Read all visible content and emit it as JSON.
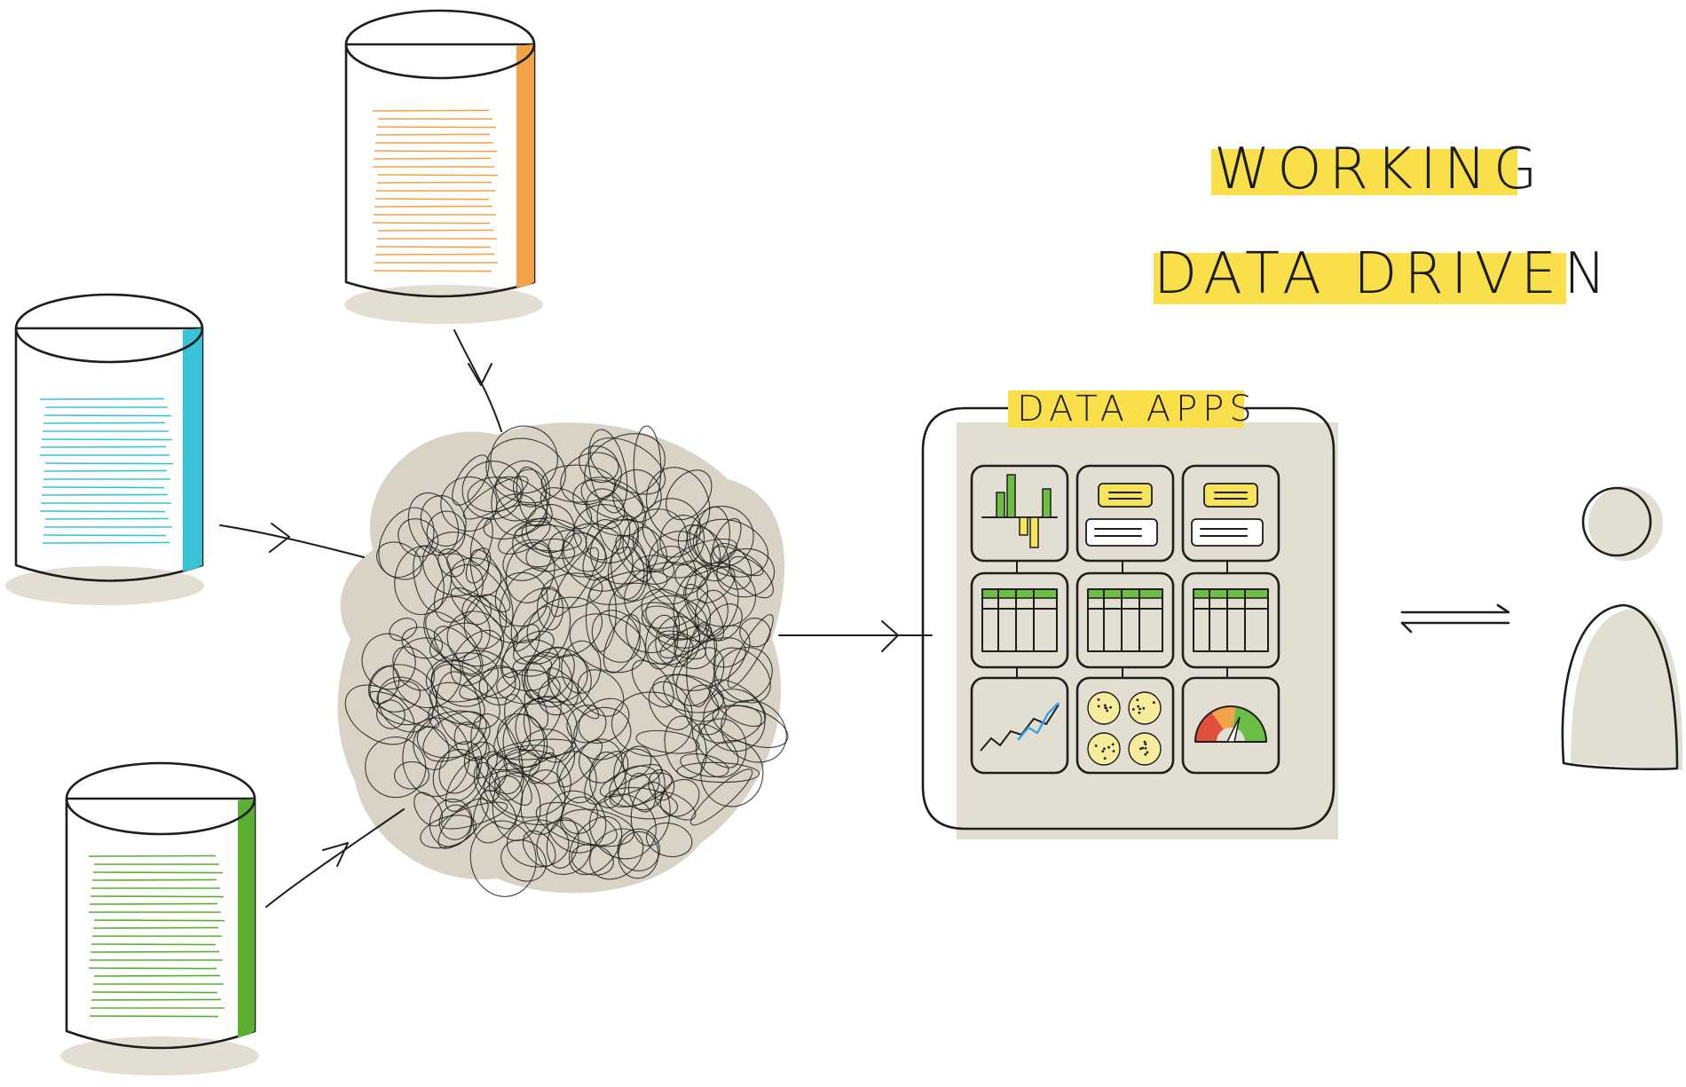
{
  "heading": {
    "line1": "WORKING",
    "line2": "DATA DRIVEN",
    "highlight_color": "#f9e04a"
  },
  "apps_panel": {
    "title": "DATA APPS",
    "tiles": [
      "bar-chart",
      "form",
      "form",
      "table",
      "table",
      "table",
      "line-chart",
      "scatter-clusters",
      "gauge"
    ]
  },
  "sources": [
    {
      "name": "orange-database",
      "color": "#f8ae4a",
      "line_color": "#f4a247"
    },
    {
      "name": "cyan-database",
      "color": "#48d3e0",
      "line_color": "#39c3d6"
    },
    {
      "name": "green-database",
      "color": "#6dbe45",
      "line_color": "#5bb032"
    }
  ],
  "tangle": {
    "fill": "#d8d3c4",
    "count": 260
  },
  "user": {
    "icon": "person-icon",
    "exchange_icon": "two-way-arrows-icon"
  },
  "colors": {
    "shadow": "#e2ded2",
    "ink": "#1d1d1d",
    "green": "#6dbe45",
    "yellow": "#f6e45c",
    "blue": "#3aa0e6",
    "red": "#e0503b"
  }
}
